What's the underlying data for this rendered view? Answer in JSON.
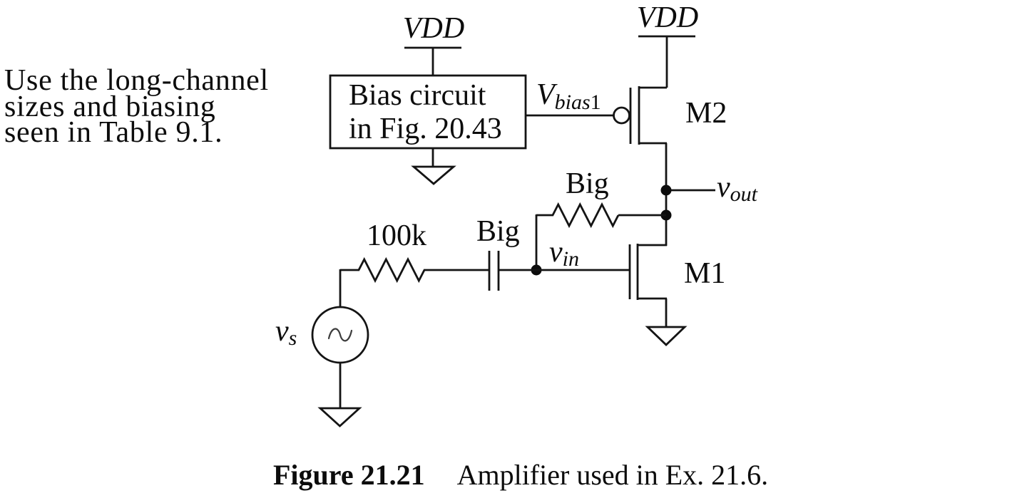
{
  "colors": {
    "ink": "#141414",
    "paper": "#ffffff"
  },
  "note": {
    "line1": "Use the long-channel",
    "line2": "sizes and biasing",
    "line3": "seen in Table 9.1."
  },
  "caption": {
    "label": "Figure 21.21",
    "text": "Amplifier used in Ex. 21.6."
  },
  "circuit": {
    "vdd_left": "VDD",
    "vdd_right": "VDD",
    "bias_box": {
      "line1": "Bias circuit",
      "line2": "in Fig. 20.43"
    },
    "vbias1": {
      "base": "V",
      "sub": "bias",
      "suffix": "1"
    },
    "m2_label": "M2",
    "m1_label": "M1",
    "vout": {
      "base": "v",
      "sub": "out"
    },
    "vin": {
      "base": "v",
      "sub": "in"
    },
    "vs": {
      "base": "v",
      "sub": "s"
    },
    "feedback_resistor_label": "Big",
    "coupling_cap_label": "Big",
    "input_resistor_label": "100k"
  }
}
